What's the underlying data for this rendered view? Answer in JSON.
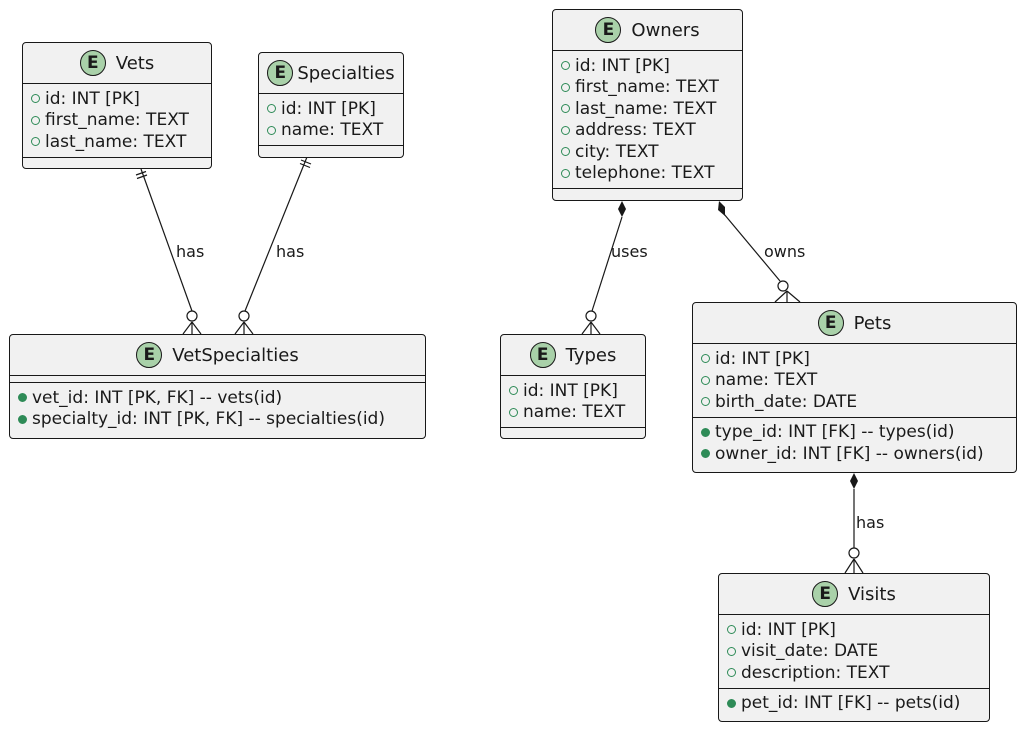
{
  "entities": {
    "vets": {
      "badge": "E",
      "title": "Vets",
      "fields": [
        "id: INT [PK]",
        "first_name: TEXT",
        "last_name: TEXT"
      ]
    },
    "specialties": {
      "badge": "E",
      "title": "Specialties",
      "fields": [
        "id: INT [PK]",
        "name: TEXT"
      ]
    },
    "vetspecialties": {
      "badge": "E",
      "title": "VetSpecialties",
      "fk_fields": [
        "vet_id: INT [PK, FK] -- vets(id)",
        "specialty_id: INT [PK, FK] -- specialties(id)"
      ]
    },
    "owners": {
      "badge": "E",
      "title": "Owners",
      "fields": [
        "id: INT [PK]",
        "first_name: TEXT",
        "last_name: TEXT",
        "address: TEXT",
        "city: TEXT",
        "telephone: TEXT"
      ]
    },
    "types": {
      "badge": "E",
      "title": "Types",
      "fields": [
        "id: INT [PK]",
        "name: TEXT"
      ]
    },
    "pets": {
      "badge": "E",
      "title": "Pets",
      "fields": [
        "id: INT [PK]",
        "name: TEXT",
        "birth_date: DATE"
      ],
      "fk_fields": [
        "type_id: INT [FK] -- types(id)",
        "owner_id: INT [FK] -- owners(id)"
      ]
    },
    "visits": {
      "badge": "E",
      "title": "Visits",
      "fields": [
        "id: INT [PK]",
        "visit_date: DATE",
        "description: TEXT"
      ],
      "fk_fields": [
        "pet_id: INT [FK] -- pets(id)"
      ]
    }
  },
  "relations": {
    "vets_has": "has",
    "specialties_has": "has",
    "owners_uses": "uses",
    "owners_owns": "owns",
    "pets_has": "has"
  },
  "colors": {
    "entity_fill": "#f1f1f1",
    "badge_fill": "#a9d1a9",
    "field_mark": "#2e8b57",
    "line": "#181818"
  }
}
